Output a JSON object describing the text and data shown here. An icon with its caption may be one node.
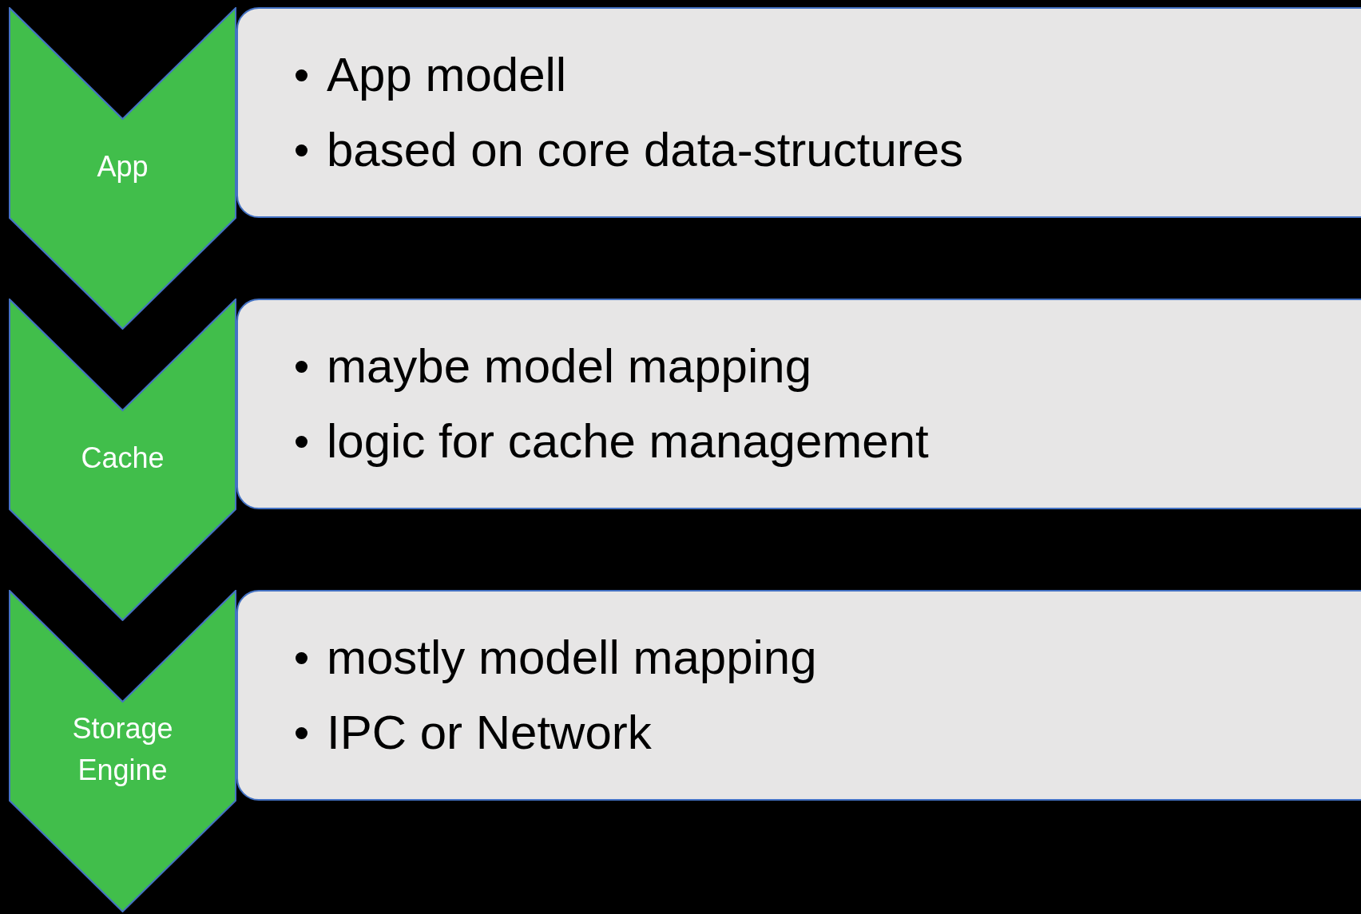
{
  "diagram": {
    "nodes": [
      {
        "text": [
          "App"
        ]
      },
      {
        "text": [
          "App modell",
          "based on core data-structures"
        ]
      },
      {
        "text": [
          "Cache"
        ]
      },
      {
        "text": [
          "maybe model mapping",
          "logic for cache management"
        ]
      },
      {
        "text": [
          "Storage Engine"
        ]
      },
      {
        "text": [
          "mostly modell mapping",
          "IPC or Network"
        ]
      }
    ]
  }
}
